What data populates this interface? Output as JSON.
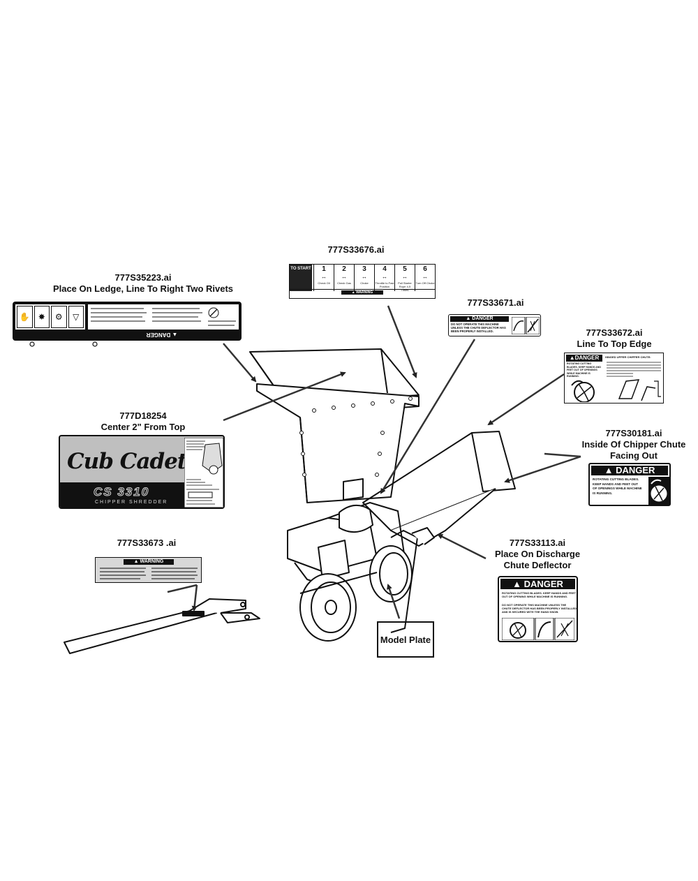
{
  "callouts": {
    "c35223": {
      "line1": "777S35223.ai",
      "line2": "Place On Ledge, Line To Right Two Rivets"
    },
    "c33676": {
      "line1": "777S33676.ai"
    },
    "c33671": {
      "line1": "777S33671.ai"
    },
    "c33672": {
      "line1": "777S33672.ai",
      "line2": "Line To Top Edge"
    },
    "cD18254": {
      "line1": "777D18254",
      "line2": "Center 2\" From Top"
    },
    "c30181": {
      "line1": "777S30181.ai",
      "line2": "Inside Of Chipper Chute",
      "line3": "Facing Out"
    },
    "c33673": {
      "line1": "777S33673 .ai"
    },
    "c33113": {
      "line1": "777S33113.ai",
      "line2": "Place On Discharge",
      "line3": "Chute Deflector"
    },
    "model_plate": "Model Plate"
  },
  "decals": {
    "start_label": {
      "to_start": "TO START",
      "steps": [
        {
          "num": "1",
          "text": "Check Oil"
        },
        {
          "num": "2",
          "text": "Check Gas"
        },
        {
          "num": "3",
          "text": "Choke"
        },
        {
          "num": "4",
          "text": "Throttle to Fast Position"
        },
        {
          "num": "5",
          "text": "Pull Starter Rope 4-5 Times"
        },
        {
          "num": "6",
          "text": "Turn Off Choke"
        }
      ],
      "warning": "WARNING"
    },
    "danger_33671": {
      "header": "DANGER",
      "text": "DO NOT OPERATE THIS MACHINE UNLESS THE CHUTE DEFLECTOR HAS BEEN PROPERLY INSTALLED."
    },
    "danger_33672": {
      "header": "DANGER",
      "text": "ROTATING CUTTING BLADES. KEEP HANDS AND FEET OUT OF OPENINGS WHILE MACHINE IS RUNNING.",
      "right_title": "HINGED UPPER CHIPPER CHUTE:"
    },
    "danger_30181": {
      "header": "DANGER",
      "text_lines": [
        "ROTATING CUTTING BLADES.",
        "KEEP HANDS AND FEET OUT",
        "OF OPENINGS WHILE MACHINE",
        "IS RUNNING."
      ]
    },
    "danger_33113": {
      "header": "DANGER",
      "text1": "ROTATING CUTTING BLADES. KEEP HANDS AND FEET OUT OF OPENING WHILE MACHINE IS RUNNING.",
      "text2": "DO NOT OPERATE THIS MACHINE UNLESS THE CHUTE DEFLECTOR HAS BEEN PROPERLY INSTALLED AND IS SECURED WITH THE HAND KNOB."
    },
    "warning_33673": {
      "header": "WARNING"
    },
    "danger_35223": {
      "header": "DANGER"
    },
    "cubcadet": {
      "brand": "Cub Cadet",
      "model": "CS 3310",
      "subtitle": "CHIPPER SHREDDER"
    }
  },
  "icons": [
    "warning-triangle-icon",
    "rotating-blades-icon",
    "oil-can-icon",
    "fuel-pump-icon"
  ]
}
